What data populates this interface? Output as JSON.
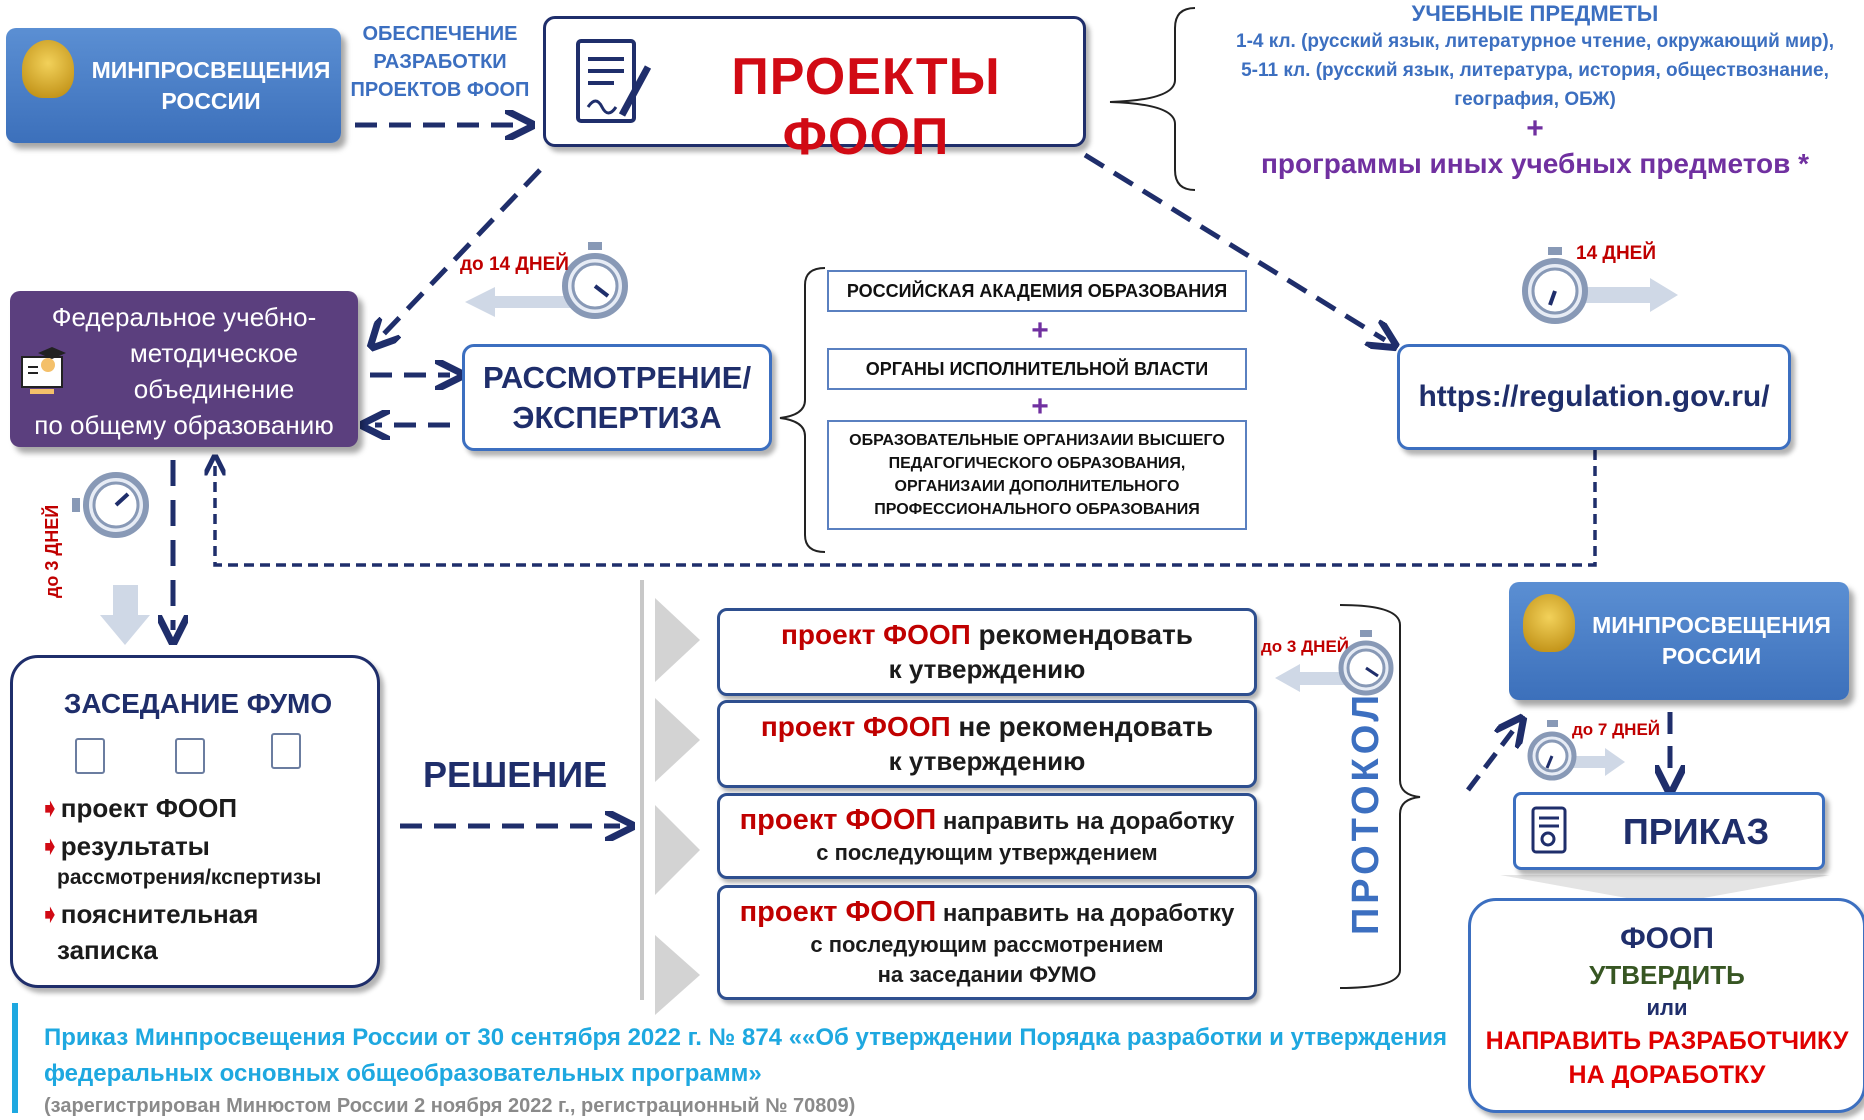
{
  "ministry_top": {
    "line1": "МИНПРОСВЕЩЕНИЯ",
    "line2": "РОССИИ"
  },
  "provision_label": {
    "line1": "ОБЕСПЕЧЕНИЕ",
    "line2": "РАЗРАБОТКИ",
    "line3": "ПРОЕКТОВ ФООП"
  },
  "projects_title": "ПРОЕКТЫ ФООП",
  "subjects": {
    "title": "УЧЕБНЫЕ ПРЕДМЕТЫ",
    "line1": "1-4 кл. (русский язык, литературное чтение, окружающий мир),",
    "line2": "5-11 кл. (русский язык, литература, история, обществознание,",
    "line3": "география, ОБЖ)",
    "plus": "+",
    "other": "программы иных учебных предметов *"
  },
  "fumo": {
    "line1": "Федеральное учебно-",
    "line2": "методическое",
    "line3": "объединение",
    "line4": "по общему образованию"
  },
  "deadline_14_left": "до 14 ДНЕЙ",
  "deadline_14_right": "14 ДНЕЙ",
  "review": {
    "line1": "РАССМОТРЕНИЕ/",
    "line2": "ЭКСПЕРТИЗА"
  },
  "experts": {
    "item1": "РОССИЙСКАЯ АКАДЕМИЯ ОБРАЗОВАНИЯ",
    "plus1": "+",
    "item2": "ОРГАНЫ ИСПОЛНИТЕЛЬНОЙ ВЛАСТИ",
    "plus2": "+",
    "item3_l1": "ОБРАЗОВАТЕЛЬНЫЕ ОРГАНИЗАИИ ВЫСШЕГО",
    "item3_l2": "ПЕДАГОГИЧЕСКОГО ОБРАЗОВАНИЯ,",
    "item3_l3": "ОРГАНИЗАИИ ДОПОЛНИТЕЛЬНОГО",
    "item3_l4": "ПРОФЕССИОНАЛЬНОГО ОБРАЗОВАНИЯ"
  },
  "regulation_url": "https://regulation.gov.ru/",
  "deadline_3_vertical": "до 3 ДНЕЙ",
  "meeting": {
    "title": "ЗАСЕДАНИЕ ФУМО",
    "item1": "проект ФООП",
    "item2_l1": "результаты",
    "item2_l2": "рассмотрения/кспертизы",
    "item3_l1": "пояснительная",
    "item3_l2": "записка"
  },
  "decision_label": "РЕШЕНИЕ",
  "decisions": [
    {
      "red": "проект ФООП",
      "rest": " рекомендовать",
      "l2": "к утверждению",
      "l3": ""
    },
    {
      "red": "проект ФООП",
      "rest": " не рекомендовать",
      "l2": "к утверждению",
      "l3": ""
    },
    {
      "red": "проект ФООП",
      "rest": " направить на доработку",
      "l2": "с последующим утверждением",
      "l3": ""
    },
    {
      "red": "проект ФООП",
      "rest": " направить на доработку",
      "l2": "с последующим рассмотрением",
      "l3": "на заседании ФУМО"
    }
  ],
  "deadline_3_right": "до 3 ДНЕЙ",
  "protocol_label": "ПРОТОКОЛ",
  "ministry_bottom": {
    "line1": "МИНПРОСВЕЩЕНИЯ",
    "line2": "РОССИИ"
  },
  "deadline_7": "до 7 ДНЕЙ",
  "order_label": "ПРИКАЗ",
  "result": {
    "line1": "ФООП",
    "line2": "УТВЕРДИТЬ",
    "line3": "или",
    "line4": "НАПРАВИТЬ РАЗРАБОТЧИКУ",
    "line5": "НА ДОРАБОТКУ"
  },
  "footer": {
    "line1": "Приказ Минпросвещения России от 30 сентября 2022 г. № 874 ««Об утверждении Порядка разработки и утверждения",
    "line2": "федеральных основных общеобразовательных программ»",
    "line3": "(зарегистрирован Минюстом России 2 ноября 2022 г., регистрационный № 70809)"
  },
  "colors": {
    "navy": "#1f2e6b",
    "red": "#d10a14",
    "purple": "#7030a0",
    "blue": "#3c70bb",
    "teal": "#1ea8e0",
    "green": "#375623"
  }
}
